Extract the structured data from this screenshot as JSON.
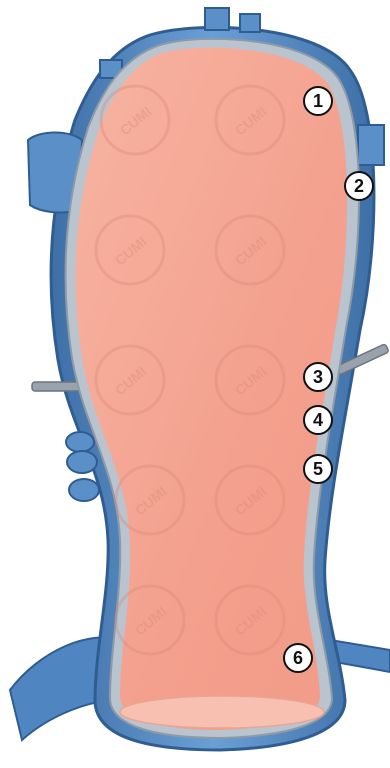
{
  "diagram": {
    "colors": {
      "shell_blue": "#5b8fc7",
      "shell_dark": "#3e6fa6",
      "lining_gray": "#b9c4cf",
      "interior_salmon": "#f4a08e",
      "interior_light": "#f8c0b0",
      "watermark": "#d98878"
    },
    "watermark_text": "CUMI",
    "callouts": [
      {
        "label": "1"
      },
      {
        "label": "2"
      },
      {
        "label": "3"
      },
      {
        "label": "4"
      },
      {
        "label": "5"
      },
      {
        "label": "6"
      }
    ]
  }
}
